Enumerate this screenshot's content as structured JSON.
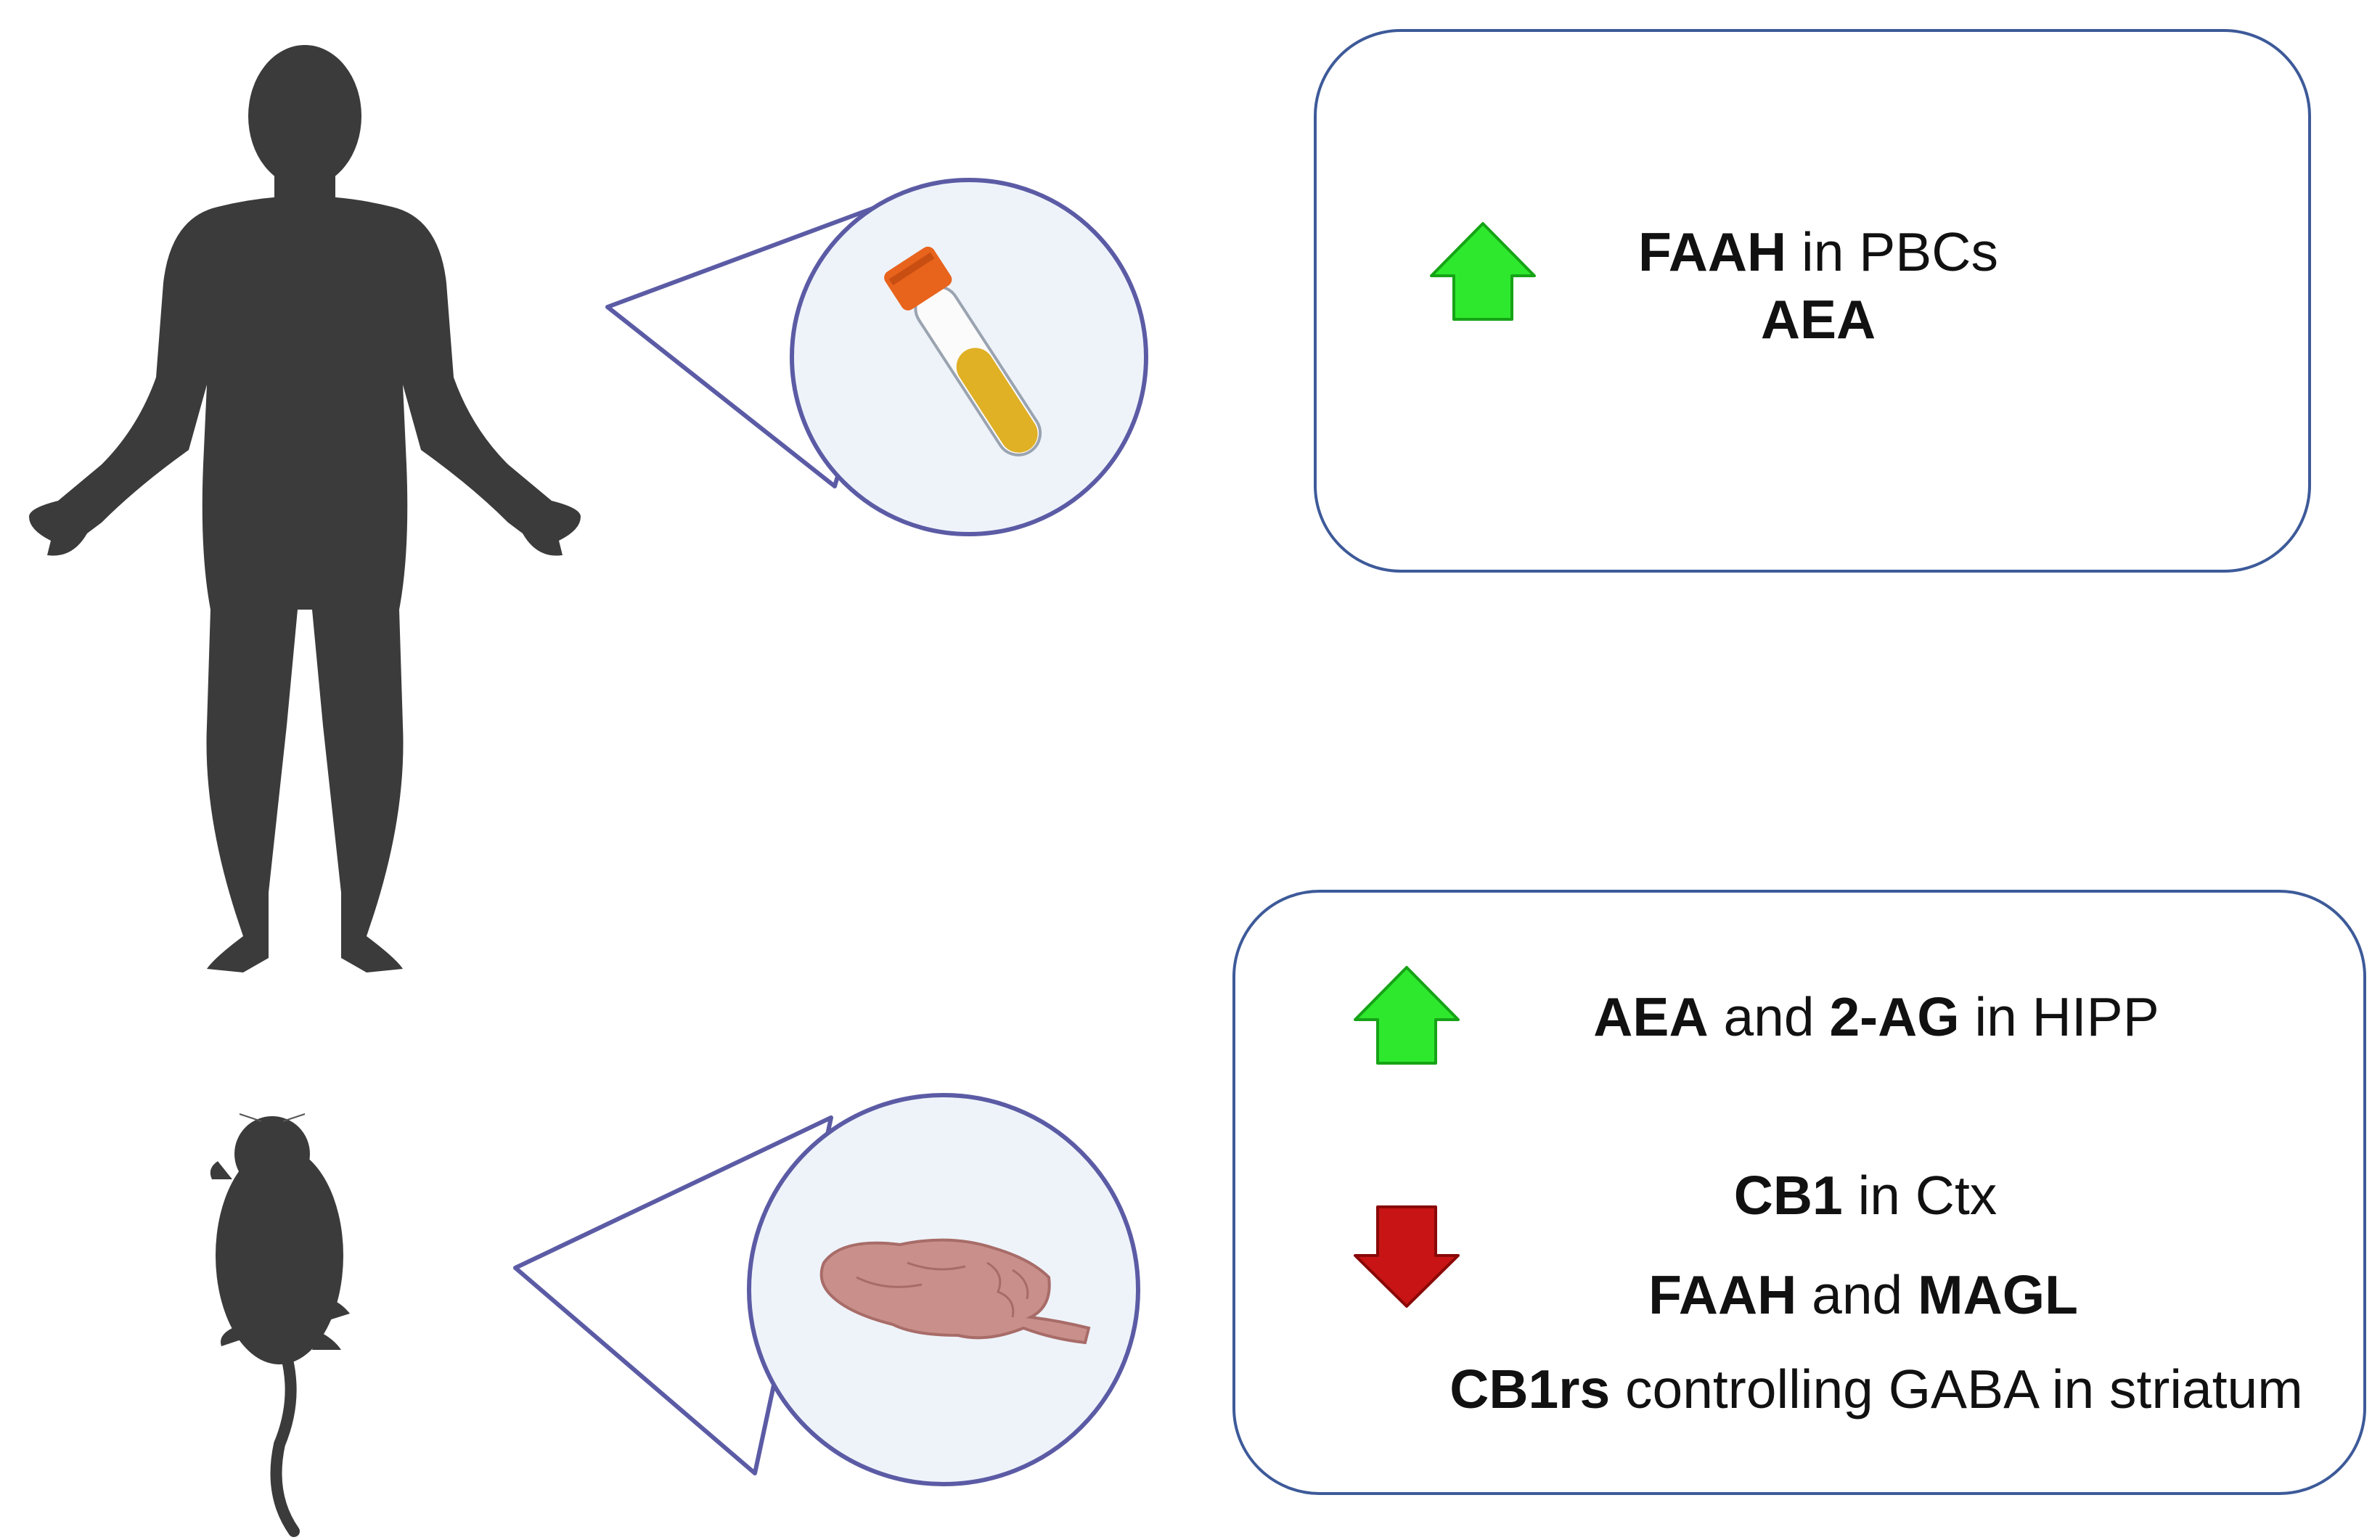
{
  "colors": {
    "silhouette": "#3b3b3b",
    "panel_border": "#3d5a99",
    "lens_border": "#5b5ba5",
    "lens_fill": "#eef3fa",
    "up_arrow": "#2ee82e",
    "down_arrow": "#c81414",
    "tube_cap": "#e8631c",
    "tube_liquid": "#e0b025",
    "brain": "#c98f8a"
  },
  "icons": {
    "human": "human-body-silhouette-icon",
    "blood_tube": "blood-tube-icon",
    "mouse": "mouse-silhouette-icon",
    "brain": "mouse-brain-icon",
    "increase": "up-arrow-icon",
    "decrease": "down-arrow-icon"
  },
  "top_panel": {
    "line1": {
      "bold": "FAAH",
      "rest": " in PBCs"
    },
    "line2": {
      "bold": "AEA"
    }
  },
  "bottom_panel": {
    "up_line": {
      "b1": "AEA",
      "t1": " and ",
      "b2": "2-AG",
      "t2": " in HIPP"
    },
    "down_line1": {
      "bold": "CB1",
      "rest": " in Ctx"
    },
    "down_line2": {
      "b1": "FAAH",
      "t1": " and ",
      "b2": "MAGL"
    },
    "down_line3": {
      "bold": "CB1rs",
      "rest": " controlling GABA in striatum"
    }
  }
}
